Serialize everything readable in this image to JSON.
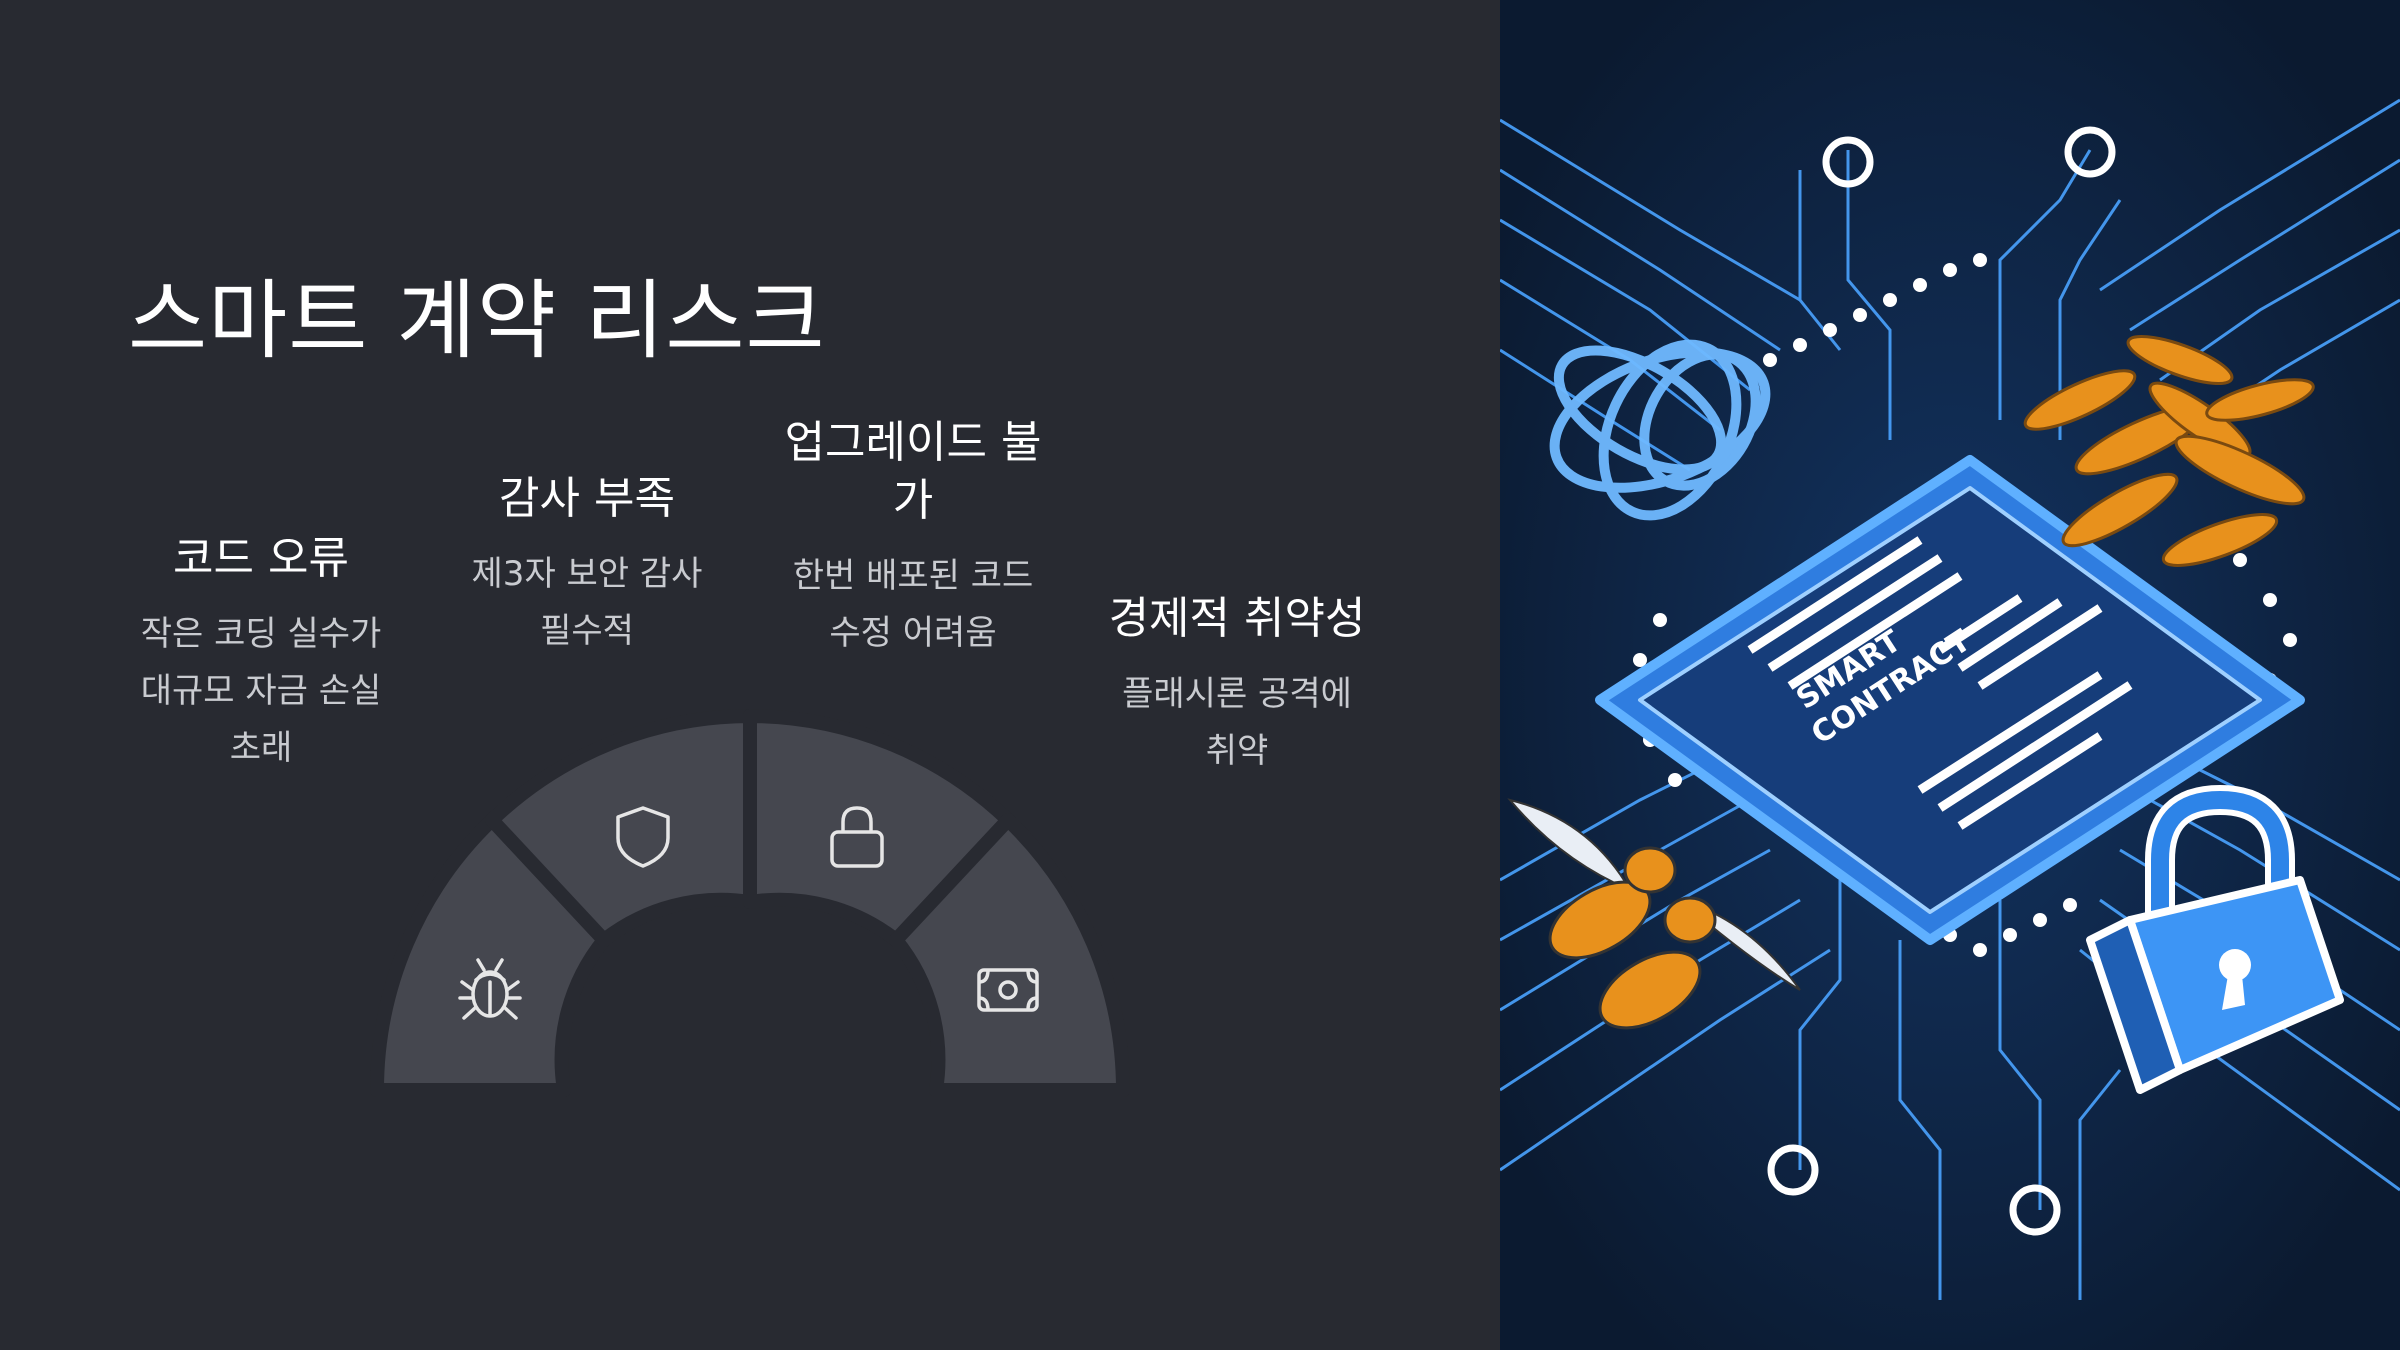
{
  "slide": {
    "title": "스마트 계약 리스크"
  },
  "risks": [
    {
      "title": "코드 오류",
      "desc": "작은 코딩 실수가 대규모 자금 손실 초래",
      "icon": "bug-icon"
    },
    {
      "title": "감사 부족",
      "desc": "제3자 보안 감사 필수적",
      "icon": "shield-icon"
    },
    {
      "title": "업그레이드 불가",
      "desc": "한번 배포된 코드 수정 어려움",
      "icon": "lock-icon"
    },
    {
      "title": "경제적 취약성",
      "desc": "플래시론 공격에 취약",
      "icon": "money-icon"
    }
  ],
  "illustration": {
    "chip_label_line1": "SMART",
    "chip_label_line2": "CONTRACT"
  },
  "colors": {
    "background": "#282a31",
    "segment": "#45474f",
    "icon_stroke": "#e6e6e6",
    "circuit_blue": "#4aa3ff",
    "chip_fill": "#163d7a",
    "lock_blue": "#2d84e8",
    "bug_orange": "#e8911c"
  }
}
